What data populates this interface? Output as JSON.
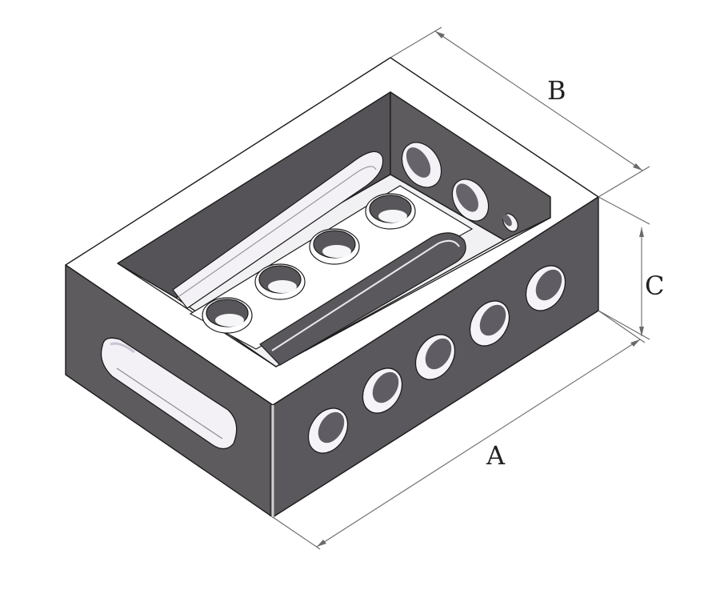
{
  "dimensions": {
    "a_label": "A",
    "b_label": "B",
    "c_label": "C"
  },
  "colors": {
    "background": "#ffffff",
    "dark_face": "#5d5b5e",
    "darker_face": "#4e4c50",
    "light_face": "#ffffff",
    "edge": "#1c1c1c",
    "hole_inner": "#f4f2f6",
    "dim_line": "#6a6a6a"
  }
}
